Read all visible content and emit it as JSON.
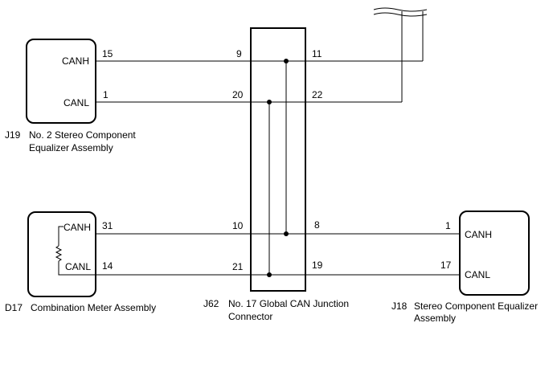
{
  "components": {
    "j19": {
      "code": "J19",
      "name_line1": "No. 2 Stereo Component",
      "name_line2": "Equalizer Assembly",
      "pin_canh": "CANH",
      "pin_canl": "CANL",
      "pin_canh_num": "15",
      "pin_canl_num": "1"
    },
    "d17": {
      "code": "D17",
      "name": "Combination Meter Assembly",
      "pin_canh": "CANH",
      "pin_canl": "CANL",
      "pin_canh_num": "31",
      "pin_canl_num": "14"
    },
    "j62": {
      "code": "J62",
      "name_line1": "No. 17 Global CAN Junction",
      "name_line2": "Connector",
      "pins": {
        "p9": "9",
        "p11": "11",
        "p20": "20",
        "p22": "22",
        "p10": "10",
        "p8": "8",
        "p21": "21",
        "p19": "19"
      }
    },
    "j18": {
      "code": "J18",
      "name_line1": "Stereo Component Equalizer",
      "name_line2": "Assembly",
      "pin_canh": "CANH",
      "pin_canl": "CANL",
      "pin_canh_num": "1",
      "pin_canl_num": "17"
    }
  }
}
